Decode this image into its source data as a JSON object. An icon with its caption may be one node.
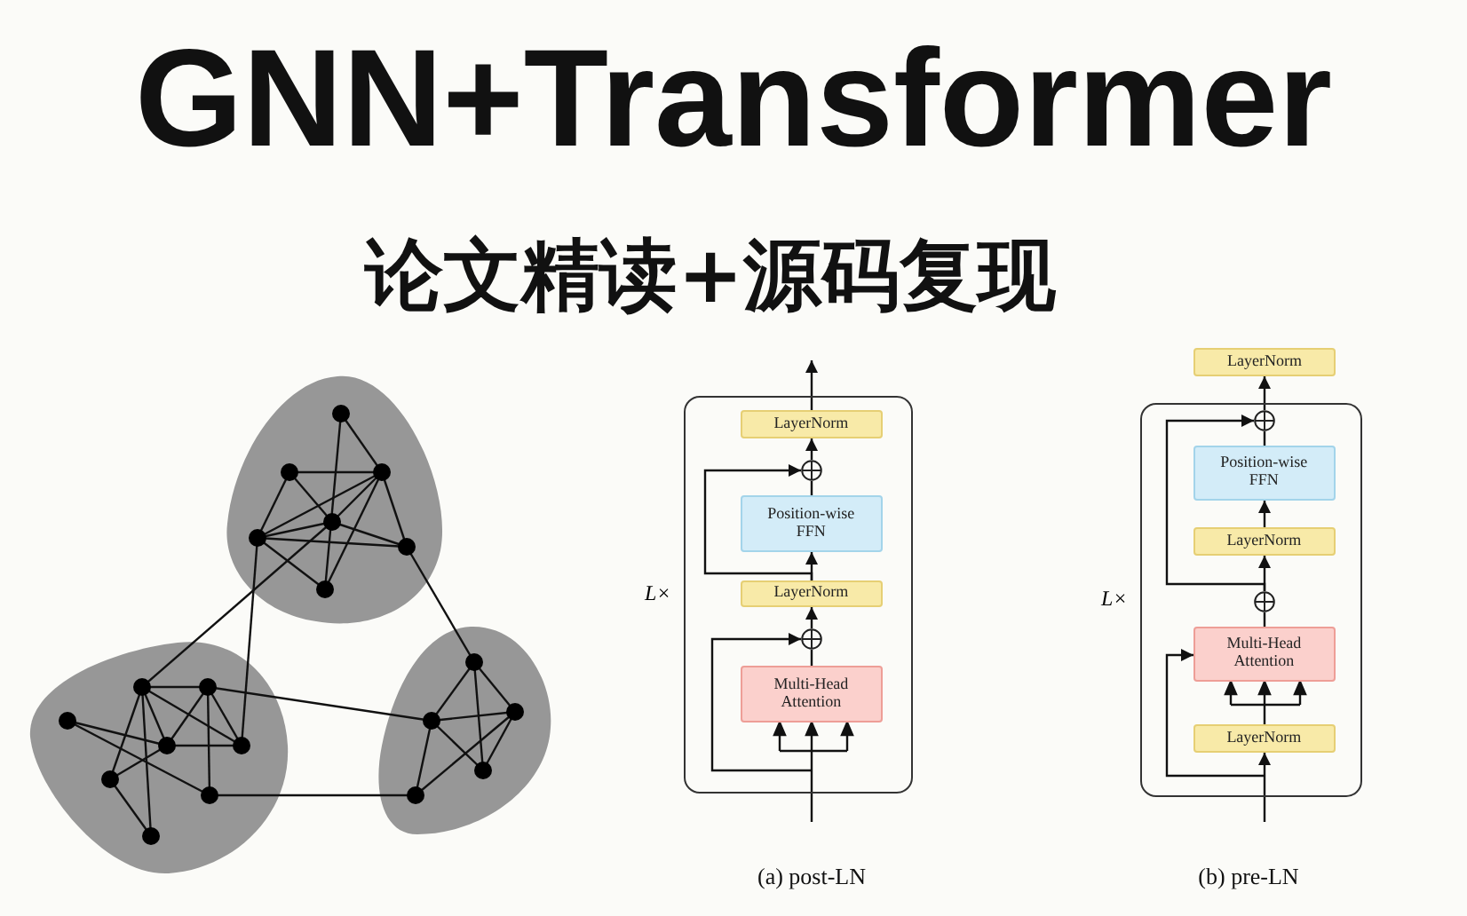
{
  "diagram": {
    "title": "GNN+Transformer",
    "nodes": [
      {
        "text": [],
        "shape": "box",
        "beside": [
          "L×"
        ]
      },
      {
        "text": [
          "LayerNorm"
        ],
        "in": 0
      },
      {
        "text": [],
        "shape": "circle",
        "in": 0
      },
      {
        "text": [
          "Position-wise FFN"
        ],
        "in": 0
      },
      {
        "text": [
          "LayerNorm"
        ],
        "in": 0
      },
      {
        "text": [],
        "shape": "circle",
        "in": 0
      },
      {
        "text": [
          "Multi-Head Attention"
        ],
        "in": 0
      },
      {
        "text": [
          "LayerNorm"
        ]
      },
      {
        "text": [],
        "shape": "box",
        "beside": [
          "L×"
        ]
      },
      {
        "text": [],
        "shape": "circle",
        "in": 8
      },
      {
        "text": [
          "Position-wise FFN"
        ],
        "in": 8
      },
      {
        "text": [
          "LayerNorm"
        ],
        "in": 8
      },
      {
        "text": [],
        "shape": "circle",
        "in": 8
      },
      {
        "text": [
          "Multi-Head Attention"
        ],
        "in": 8
      },
      {
        "text": [
          "LayerNorm"
        ],
        "in": 8
      }
    ],
    "edges": [
      {
        "from": null,
        "to": 6,
        "arrow": "to"
      },
      {
        "from": 6,
        "to": 5,
        "arrow": "none"
      },
      {
        "from": null,
        "to": 5,
        "arrow": "to"
      },
      {
        "from": 5,
        "to": 4,
        "arrow": "to"
      },
      {
        "from": 4,
        "to": 3,
        "arrow": "to"
      },
      {
        "from": 4,
        "to": 2,
        "arrow": "to"
      },
      {
        "from": 3,
        "to": 2,
        "arrow": "none"
      },
      {
        "from": 2,
        "to": 1,
        "arrow": "to"
      },
      {
        "from": 1,
        "to": null,
        "arrow": "to"
      },
      {
        "from": null,
        "to": 14,
        "arrow": "to"
      },
      {
        "from": 14,
        "to": 13,
        "arrow": "to"
      },
      {
        "from": null,
        "to": 13,
        "arrow": "to"
      },
      {
        "from": 13,
        "to": 12,
        "arrow": "none"
      },
      {
        "from": 12,
        "to": 11,
        "arrow": "to"
      },
      {
        "from": 12,
        "to": 9,
        "arrow": "to"
      },
      {
        "from": 11,
        "to": 10,
        "arrow": "to"
      },
      {
        "from": 10,
        "to": 9,
        "arrow": "none"
      },
      {
        "from": 9,
        "to": 7,
        "arrow": "to"
      }
    ],
    "labels": [
      "论文精读+源码复现",
      "(a) post-LN",
      "(b) pre-LN"
    ]
  }
}
